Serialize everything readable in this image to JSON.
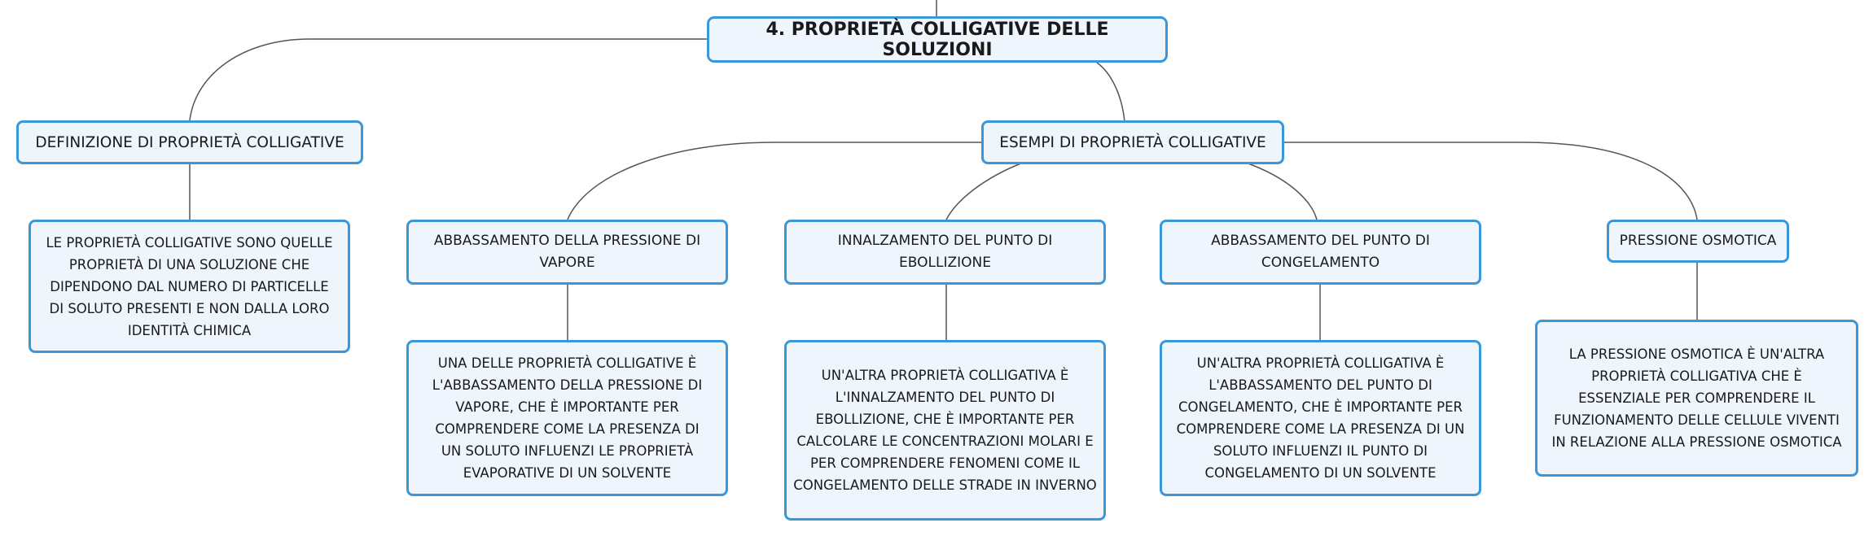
{
  "mindmap": {
    "root": {
      "label": "4. PROPRIETÀ COLLIGATIVE DELLE SOLUZIONI"
    },
    "definizione": {
      "label": "DEFINIZIONE DI PROPRIETÀ COLLIGATIVE",
      "description": "LE PROPRIETÀ COLLIGATIVE SONO QUELLE PROPRIETÀ DI UNA SOLUZIONE CHE DIPENDONO DAL NUMERO DI PARTICELLE DI SOLUTO PRESENTI E NON DALLA LORO IDENTITÀ CHIMICA"
    },
    "esempi": {
      "label": "ESEMPI DI PROPRIETÀ COLLIGATIVE",
      "items": [
        {
          "label": "ABBASSAMENTO DELLA PRESSIONE DI VAPORE",
          "description": "UNA DELLE PROPRIETÀ COLLIGATIVE È L'ABBASSAMENTO DELLA PRESSIONE DI VAPORE, CHE È IMPORTANTE PER COMPRENDERE COME LA PRESENZA DI UN SOLUTO INFLUENZI LE PROPRIETÀ EVAPORATIVE DI UN SOLVENTE"
        },
        {
          "label": "INNALZAMENTO DEL PUNTO DI EBOLLIZIONE",
          "description": "UN'ALTRA PROPRIETÀ COLLIGATIVA È L'INNALZAMENTO DEL PUNTO DI EBOLLIZIONE, CHE È IMPORTANTE PER CALCOLARE LE CONCENTRAZIONI MOLARI E PER COMPRENDERE FENOMENI COME IL CONGELAMENTO DELLE STRADE IN INVERNO"
        },
        {
          "label": "ABBASSAMENTO DEL PUNTO DI CONGELAMENTO",
          "description": "UN'ALTRA PROPRIETÀ COLLIGATIVA È L'ABBASSAMENTO DEL PUNTO DI CONGELAMENTO, CHE È IMPORTANTE PER COMPRENDERE COME LA PRESENZA DI UN SOLUTO INFLUENZI IL PUNTO DI CONGELAMENTO DI UN SOLVENTE"
        },
        {
          "label": "PRESSIONE OSMOTICA",
          "description": "LA PRESSIONE OSMOTICA È UN'ALTRA PROPRIETÀ COLLIGATIVA CHE È ESSENZIALE PER COMPRENDERE IL FUNZIONAMENTO DELLE CELLULE VIVENTI IN RELAZIONE ALLA PRESSIONE OSMOTICA"
        }
      ]
    },
    "colors": {
      "node_border": "#3a98d9",
      "node_fill": "#eef5fd",
      "connector": "#555555",
      "text": "#1a1a1a"
    }
  }
}
